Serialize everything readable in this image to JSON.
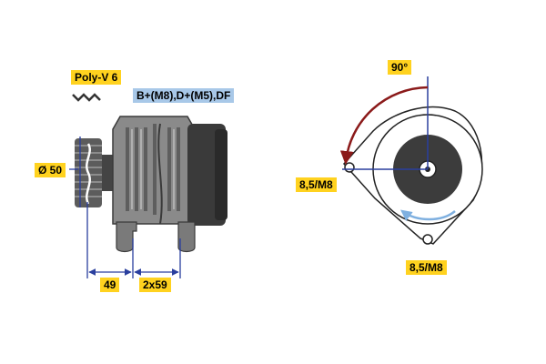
{
  "labels": {
    "belt": "Poly-V 6",
    "terminals": "B+(M8),D+(M5),DF",
    "pulley_diameter": "Ø 50",
    "dim_pulley_to_mount": "49",
    "dim_mount_spacing": "2x59",
    "rotation_angle": "90°",
    "mount_hole_left": "8,5/M8",
    "mount_hole_bottom": "8,5/M8"
  },
  "colors": {
    "label_yellow": "#ffd21f",
    "label_blue": "#a8c8e8",
    "dimension_blue": "#2a3f9e",
    "arc_red": "#8b1a1a",
    "rotation_arrow": "#7fb0e0",
    "body_grey": "#8a8a8a",
    "dark_grey": "#3a3a3a"
  }
}
